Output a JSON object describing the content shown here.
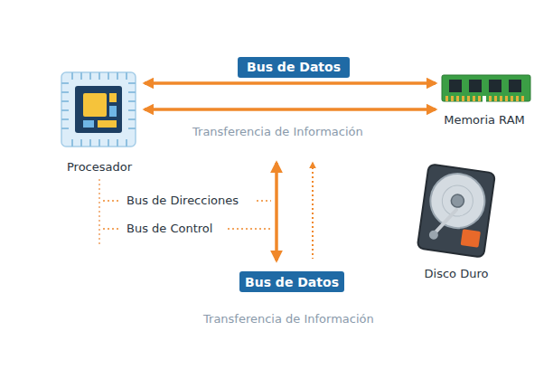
{
  "diagram": {
    "nodes": [
      {
        "text": [
          "Procesador"
        ]
      },
      {
        "text": [
          "Memoria RAM"
        ]
      },
      {
        "text": [
          "Disco Duro"
        ]
      },
      {
        "text": [
          "Bus de Datos"
        ]
      }
    ],
    "edges": [
      {
        "from": 0,
        "to": 1,
        "arrow": "both",
        "label": "Bus de Datos"
      },
      {
        "from": 0,
        "to": 1,
        "arrow": "both"
      }
    ],
    "labels": [
      "Transferencia de Información",
      "Bus de Direcciones",
      "Bus de Control",
      "Transferencia de Información"
    ]
  }
}
